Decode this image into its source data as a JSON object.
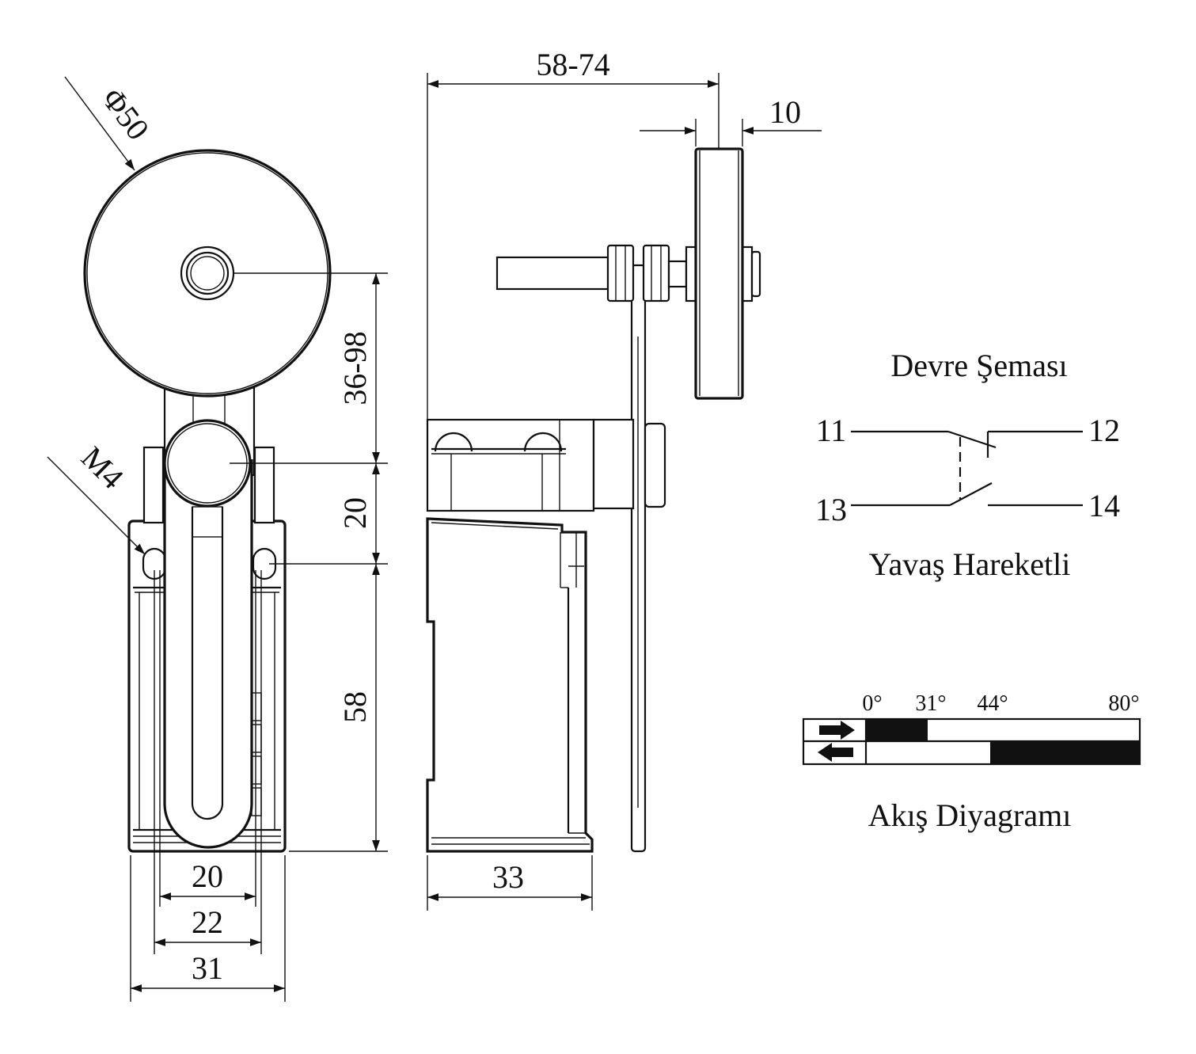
{
  "front_view": {
    "dims": {
      "roller_diameter": "Φ50",
      "thread": "M4",
      "lever_adjust": "36-98",
      "hub_to_hole": "20",
      "body_height": "58",
      "hole_pitch_inner": "20",
      "hole_pitch_outer": "22",
      "body_width": "31"
    }
  },
  "side_view": {
    "dims": {
      "overall_depth": "58-74",
      "roller_width": "10",
      "body_depth": "33"
    }
  },
  "circuit": {
    "title": "Devre Şeması",
    "subtitle": "Yavaş Hareketli",
    "terminals": {
      "t11": "11",
      "t12": "12",
      "t13": "13",
      "t14": "14"
    }
  },
  "flow_diagram": {
    "title": "Akış Diyagramı",
    "angles": [
      "0°",
      "31°",
      "44°",
      "80°"
    ],
    "rows": [
      {
        "direction": "forward",
        "icon": "arrow-right-icon",
        "closed_range_deg": [
          0,
          31
        ]
      },
      {
        "direction": "return",
        "icon": "arrow-left-icon",
        "closed_range_deg": [
          44,
          80
        ]
      }
    ]
  }
}
